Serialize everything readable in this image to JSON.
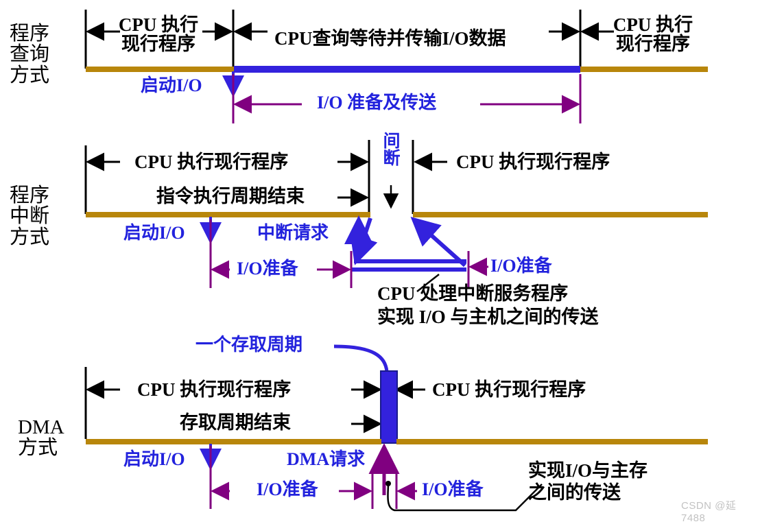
{
  "diagram": {
    "title": "I/O 方式对比图",
    "colors": {
      "cpu_bar": "#b8860b",
      "io_bar": "#3322dd",
      "measure_arrow": "#800080",
      "blue_text": "#2222dd",
      "black_text": "#000000",
      "watermark": "#c2c2c2"
    }
  },
  "rows": {
    "query": {
      "label_lines": [
        "程序",
        "查询",
        "方式"
      ],
      "seg1_line1": "CPU 执行",
      "seg1_line2": "现行程序",
      "seg2": "CPU查询等待并传输I/O数据",
      "seg3_line1": "CPU 执行",
      "seg3_line2": "现行程序",
      "start_io": "启动I/O",
      "measure": "I/O 准备及传送"
    },
    "interrupt": {
      "label_lines": [
        "程序",
        "中断",
        "方式"
      ],
      "seg1_line1": "CPU 执行现行程序",
      "seg1_line2": "指令执行周期结束",
      "break_label": "间断",
      "seg2": "CPU 执行现行程序",
      "start_io": "启动I/O",
      "irq": "中断请求",
      "measure_left": "I/O准备",
      "measure_right": "I/O准备",
      "note_line1": "CPU 处理中断服务程序",
      "note_line2": "实现 I/O 与主机之间的传送"
    },
    "dma": {
      "label_lines": [
        "DMA",
        "方式"
      ],
      "cycle_label": "一个存取周期",
      "seg1_line1": "CPU 执行现行程序",
      "seg1_line2": "存取周期结束",
      "seg2": "CPU 执行现行程序",
      "start_io": "启动I/O",
      "dma_req": "DMA请求",
      "measure_left": "I/O准备",
      "measure_right": "I/O准备",
      "note_line1": "实现I/O与主存",
      "note_line2": "之间的传送"
    }
  },
  "watermark": "CSDN @延7488"
}
